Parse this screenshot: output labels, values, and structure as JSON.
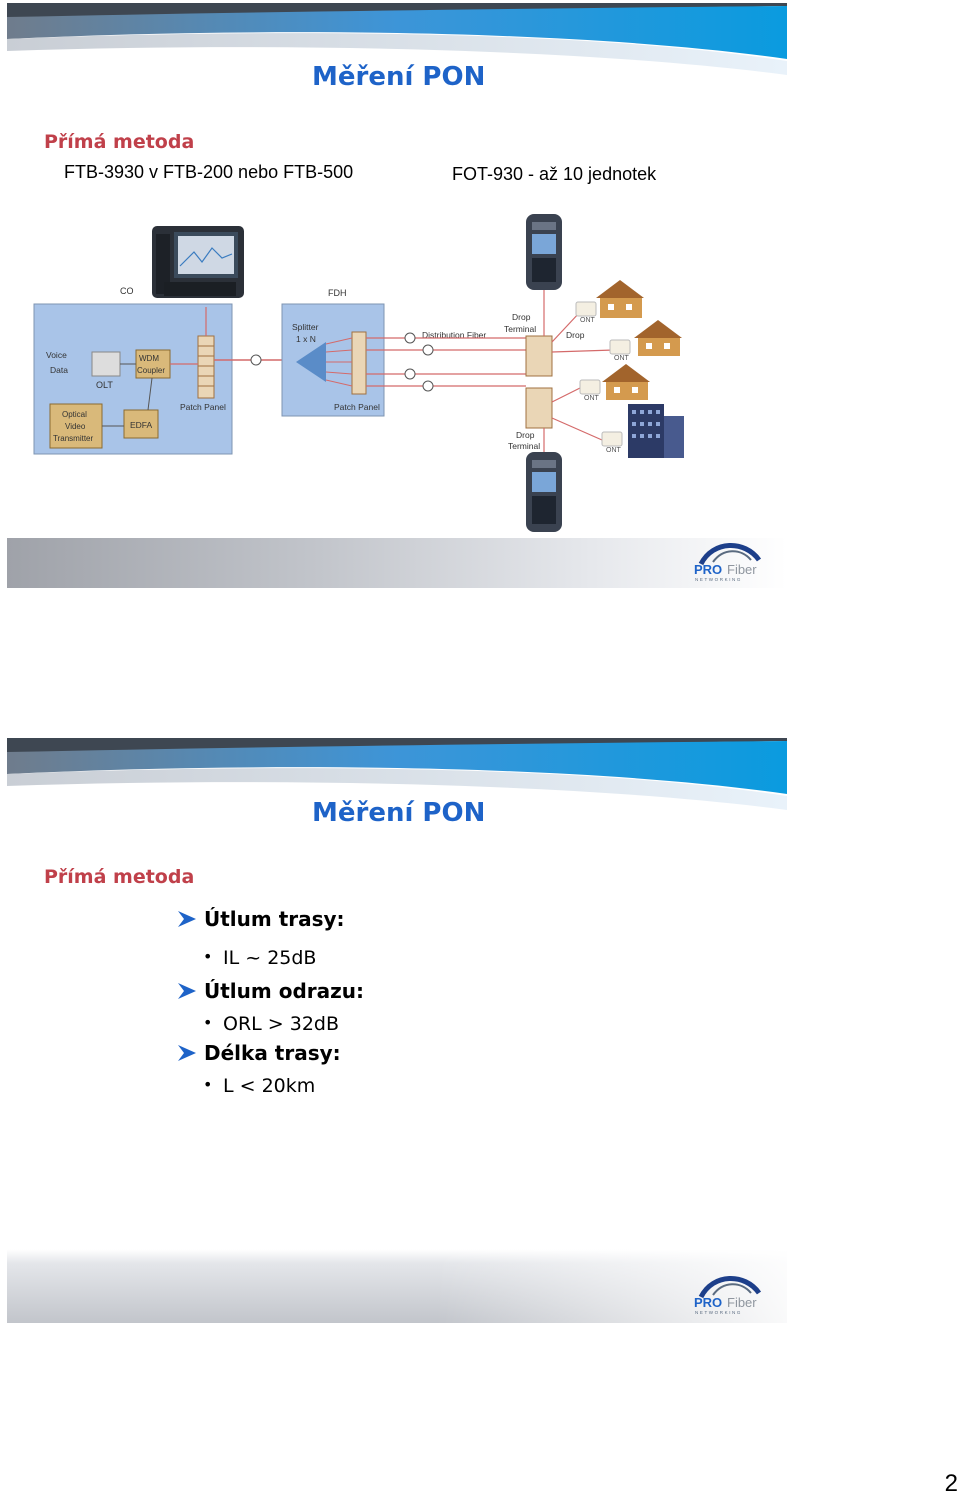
{
  "slides": [
    {
      "title": "Měření PON",
      "subtitle": "Přímá metoda",
      "device_left_label": "FTB-3930 v FTB-200 nebo FTB-500",
      "device_right_label": "FOT-930 - až 10 jednotek",
      "diagram": {
        "co": "CO",
        "fdh": "FDH",
        "voice": "Voice",
        "data": "Data",
        "olt": "OLT",
        "wdm_1": "WDM",
        "wdm_2": "Coupler",
        "optical_1": "Optical",
        "optical_2": "Video",
        "optical_3": "Transmitter",
        "edfa": "EDFA",
        "patch_panel_1": "Patch Panel",
        "splitter_1": "Splitter",
        "splitter_2": "1 x N",
        "patch_panel_2": "Patch Panel",
        "distribution_fiber": "Distribution Fiber",
        "drop_terminal_top_1": "Drop",
        "drop_terminal_top_2": "Terminal",
        "drop": "Drop",
        "drop_terminal_bottom_1": "Drop",
        "drop_terminal_bottom_2": "Terminal",
        "ont": "ONT"
      },
      "logo": {
        "pro": "PRO",
        "fiber": "Fiber",
        "sub": "NETWORKING"
      }
    },
    {
      "title": "Měření PON",
      "subtitle": "Přímá metoda",
      "items": [
        {
          "heading": "Útlum trasy:",
          "detail": "IL ~ 25dB"
        },
        {
          "heading": "Útlum odrazu:",
          "detail": "ORL > 32dB"
        },
        {
          "heading": "Délka trasy:",
          "detail": "L < 20km"
        }
      ],
      "logo": {
        "pro": "PRO",
        "fiber": "Fiber",
        "sub": "NETWORKING"
      }
    }
  ],
  "page_number": "2",
  "colors": {
    "title": "#1e63c8",
    "subtitle": "#c0404a",
    "diagram_box": "#a9c4e8",
    "fiber": "#d46a6a"
  }
}
